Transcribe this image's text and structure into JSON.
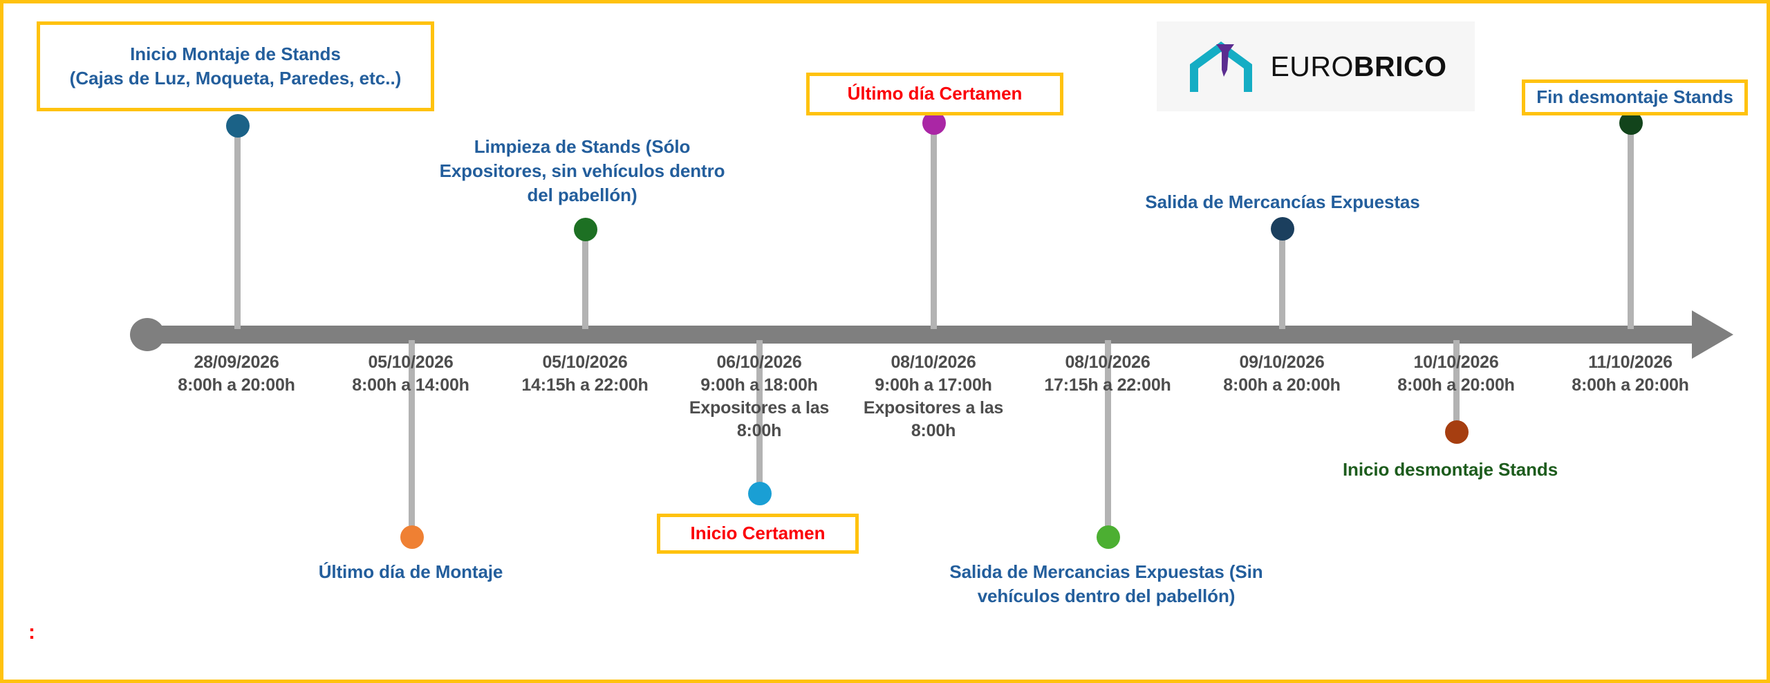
{
  "page": {
    "border_color": "#FFC20E",
    "background": "#ffffff",
    "stray_marker": ":"
  },
  "logo": {
    "name": "eurobrico-logo",
    "text_light": "EURO",
    "text_bold": "BRICO",
    "house_color": "#15ADC4",
    "screw_color": "#5B2D90",
    "panel_background": "#f6f6f6"
  },
  "timeline": {
    "axis_color": "#7f7f7f",
    "stem_color": "#b3b3b3",
    "ticks": [
      {
        "date": "28/09/2026",
        "hours": "8:00h a 20:00h",
        "extra": ""
      },
      {
        "date": "05/10/2026",
        "hours": "8:00h a 14:00h",
        "extra": ""
      },
      {
        "date": "05/10/2026",
        "hours": "14:15h a 22:00h",
        "extra": ""
      },
      {
        "date": "06/10/2026",
        "hours": "9:00h a 18:00h",
        "extra": "Expositores a las 8:00h"
      },
      {
        "date": "08/10/2026",
        "hours": "9:00h a 17:00h",
        "extra": "Expositores a las 8:00h"
      },
      {
        "date": "08/10/2026",
        "hours": "17:15h a 22:00h",
        "extra": ""
      },
      {
        "date": "09/10/2026",
        "hours": "8:00h a 20:00h",
        "extra": ""
      },
      {
        "date": "10/10/2026",
        "hours": "8:00h a 20:00h",
        "extra": ""
      },
      {
        "date": "11/10/2026",
        "hours": "8:00h a 20:00h",
        "extra": ""
      }
    ]
  },
  "events": [
    {
      "id": "inicio-montaje",
      "line1": "Inicio Montaje de Stands",
      "line2": "(Cajas de Luz, Moqueta, Paredes, etc..)",
      "boxed": true,
      "text_color": "#235e9c",
      "dot_color": "#1b6287",
      "side": "above"
    },
    {
      "id": "ultimo-dia-montaje",
      "line1": "Último día de Montaje",
      "line2": "",
      "boxed": false,
      "text_color": "#235e9c",
      "dot_color": "#ef8033",
      "side": "below"
    },
    {
      "id": "limpieza-stands",
      "line1": "Limpieza de Stands",
      "line2": "(Sólo Expositores, sin vehículos",
      "line3": "dentro del pabellón)",
      "boxed": false,
      "text_color": "#235e9c",
      "dot_color": "#1d7023",
      "side": "above"
    },
    {
      "id": "inicio-certamen",
      "line1": "Inicio Certamen",
      "line2": "",
      "boxed": true,
      "text_color": "#fb0007",
      "dot_color": "#1a9fd4",
      "side": "below"
    },
    {
      "id": "ultimo-dia-certamen",
      "line1": "Último día Certamen",
      "line2": "",
      "boxed": true,
      "text_color": "#fb0007",
      "dot_color": "#aa26a5",
      "side": "above"
    },
    {
      "id": "salida-mercancias-sin-vehiculos",
      "line1": "Salida de Mercancias Expuestas",
      "line2": "(Sin vehículos dentro del pabellón)",
      "boxed": false,
      "text_color": "#235e9c",
      "dot_color": "#4caf32",
      "side": "below"
    },
    {
      "id": "salida-mercancias-expuestas",
      "line1": "Salida de Mercancías Expuestas",
      "line2": "",
      "boxed": false,
      "text_color": "#235e9c",
      "dot_color": "#1b3f5e",
      "side": "above"
    },
    {
      "id": "inicio-desmontaje",
      "line1": "Inicio desmontaje Stands",
      "line2": "",
      "boxed": false,
      "text_color": "#1d5c1d",
      "dot_color": "#a63e10",
      "side": "below"
    },
    {
      "id": "fin-desmontaje",
      "line1": "Fin desmontaje Stands",
      "line2": "",
      "boxed": true,
      "text_color": "#235e9c",
      "dot_color": "#12441b",
      "side": "above"
    }
  ]
}
